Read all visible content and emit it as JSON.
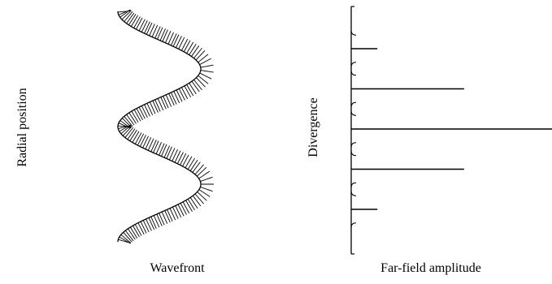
{
  "left_panel": {
    "xlabel": "Wavefront",
    "ylabel": "Radial position",
    "wavefront": {
      "cycles": 2,
      "peaks_extend_right": true
    }
  },
  "right_panel": {
    "xlabel": "Far-field amplitude",
    "ylabel": "Divergence",
    "orders": [
      {
        "order": -2,
        "amplitude": 0.13
      },
      {
        "order": -1,
        "amplitude": 0.56
      },
      {
        "order": 0,
        "amplitude": 1.0
      },
      {
        "order": 1,
        "amplitude": 0.56
      },
      {
        "order": 2,
        "amplitude": 0.13
      }
    ]
  },
  "colors": {
    "ink": "#000000",
    "background": "#ffffff"
  }
}
